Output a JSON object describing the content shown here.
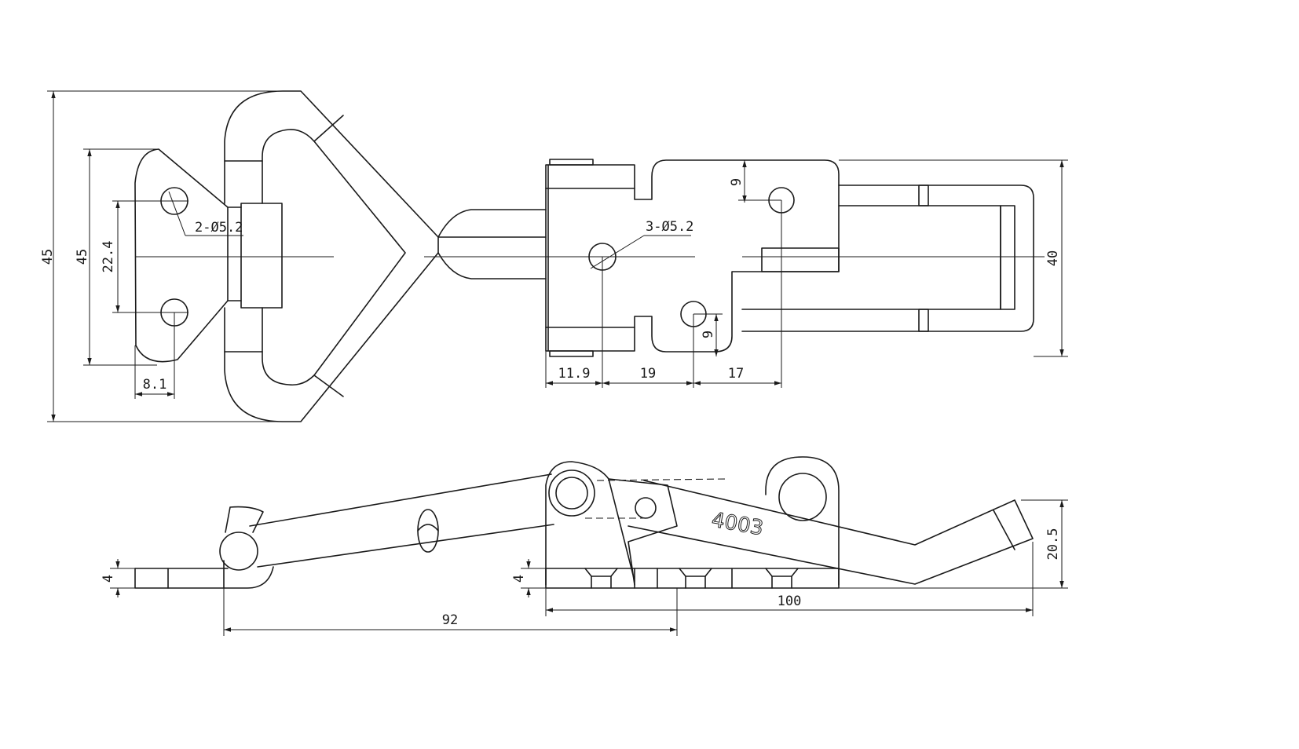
{
  "top_view": {
    "dimensions": {
      "overall_height": "45",
      "plate_height": "45",
      "hole_spacing": "22.4",
      "hole_offset": "8.1",
      "left_holes": "2-Ø5.2",
      "right_holes": "3-Ø5.2",
      "right_height": "40",
      "hole_dy_top": "9",
      "hole_dy_bottom": "9",
      "dist_a": "11.9",
      "dist_b": "19",
      "dist_c": "17"
    }
  },
  "side_view": {
    "part_number": "4003",
    "dimensions": {
      "left_thickness": "4",
      "right_thickness": "4",
      "hook_height": "20.5",
      "base_length": "100",
      "reach_length": "92"
    }
  }
}
